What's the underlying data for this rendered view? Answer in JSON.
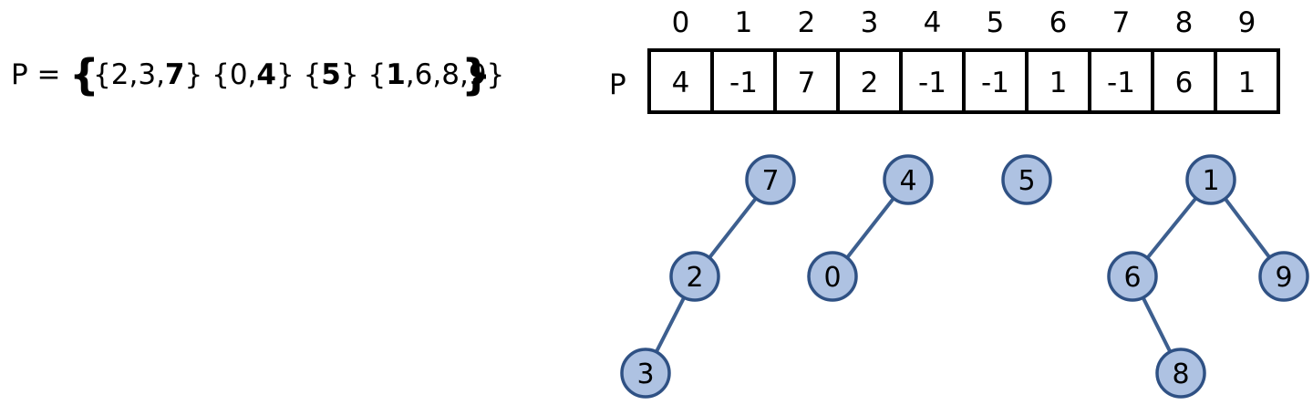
{
  "set_expression": {
    "label": "P =",
    "open_brace": "{",
    "close_brace": "}",
    "groups": [
      {
        "elements": [
          "2",
          "3",
          "7"
        ],
        "root": "7"
      },
      {
        "elements": [
          "0",
          "4"
        ],
        "root": "4"
      },
      {
        "elements": [
          "5"
        ],
        "root": "5"
      },
      {
        "elements": [
          "1",
          "6",
          "8",
          "9"
        ],
        "root": "1"
      }
    ]
  },
  "array": {
    "row_label": "P",
    "indices": [
      "0",
      "1",
      "2",
      "3",
      "4",
      "5",
      "6",
      "7",
      "8",
      "9"
    ],
    "values": [
      "4",
      "-1",
      "7",
      "2",
      "-1",
      "-1",
      "1",
      "-1",
      "6",
      "1"
    ]
  },
  "trees": {
    "nodes": [
      {
        "id": "7",
        "label": "7"
      },
      {
        "id": "2",
        "label": "2"
      },
      {
        "id": "3",
        "label": "3"
      },
      {
        "id": "4",
        "label": "4"
      },
      {
        "id": "0",
        "label": "0"
      },
      {
        "id": "5",
        "label": "5"
      },
      {
        "id": "1",
        "label": "1"
      },
      {
        "id": "6",
        "label": "6"
      },
      {
        "id": "9",
        "label": "9"
      },
      {
        "id": "8",
        "label": "8"
      }
    ],
    "edges": [
      [
        "7",
        "2"
      ],
      [
        "2",
        "3"
      ],
      [
        "4",
        "0"
      ],
      [
        "1",
        "6"
      ],
      [
        "1",
        "9"
      ],
      [
        "6",
        "8"
      ]
    ],
    "colors": {
      "node_fill": "#aec2e2",
      "node_stroke": "#2f5184",
      "edge": "#3d5f8f"
    }
  }
}
